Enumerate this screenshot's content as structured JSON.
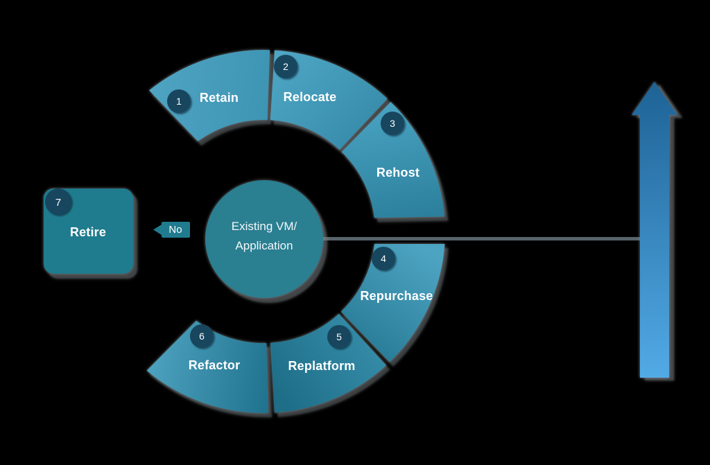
{
  "diagram": {
    "center": {
      "line1": "Existing VM/",
      "line2": "Application"
    },
    "segments": [
      {
        "number": "1",
        "label": "Retain"
      },
      {
        "number": "2",
        "label": "Relocate"
      },
      {
        "number": "3",
        "label": "Rehost"
      },
      {
        "number": "4",
        "label": "Repurchase"
      },
      {
        "number": "5",
        "label": "Replatform"
      },
      {
        "number": "6",
        "label": "Refactor"
      }
    ],
    "retire": {
      "number": "7",
      "label": "Retire"
    },
    "decision_label": "No"
  },
  "colors": {
    "background": "#000000",
    "text": "#ffffff",
    "badge": "#17465e",
    "center_circle": "#2a7f91",
    "retire_square": "#1f7b8e",
    "no_tag": "#217b8e",
    "connector_line": "#58636a",
    "seg1_light": "#4fa3c2",
    "seg1_dark": "#3c93b2",
    "seg2_light": "#4ea6c4",
    "seg2_dark": "#3589a8",
    "seg3_light": "#48a2c1",
    "seg3_dark": "#2b7f9b",
    "seg4_light": "#4da4c2",
    "seg4_dark": "#287b96",
    "seg5_light": "#3890ac",
    "seg5_dark": "#1e6e88",
    "seg6_light": "#4ba0bd",
    "seg6_dark": "#20738e",
    "arrow_top": "#1d6295",
    "arrow_bottom": "#52aae6"
  }
}
